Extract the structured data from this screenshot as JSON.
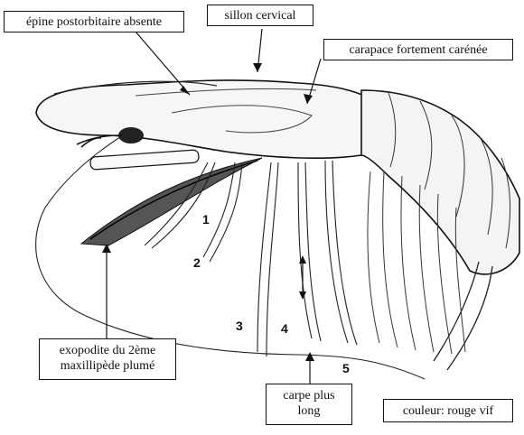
{
  "labels": {
    "epine": "épine postorbitaire absente",
    "sillon": "sillon cervical",
    "carapace": "carapace fortement carénée",
    "exopodite_line1": "exopodite du 2ème",
    "exopodite_line2": "maxillipède plumé",
    "carpe_line1": "carpe plus",
    "carpe_line2": "long",
    "couleur": "couleur: rouge vif"
  },
  "leg_numbers": [
    "1",
    "2",
    "3",
    "4",
    "5"
  ]
}
